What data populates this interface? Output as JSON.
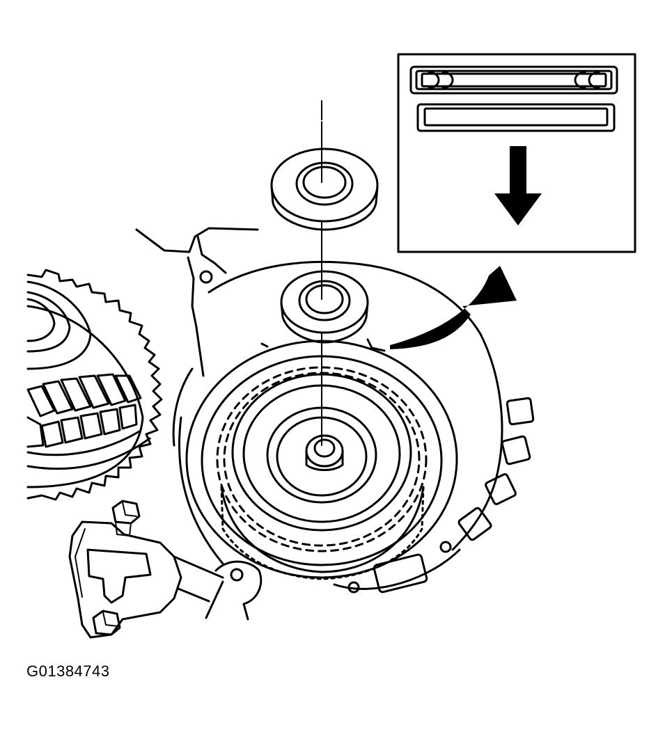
{
  "figure": {
    "reference_code": "G01384743"
  },
  "icons": {
    "inset_detail": "inset-detail-box",
    "callout_arrow": "curved-callout-arrow",
    "direction_arrow": "down-arrow-icon"
  },
  "colors": {
    "ink": "#000000",
    "paper": "#ffffff"
  }
}
